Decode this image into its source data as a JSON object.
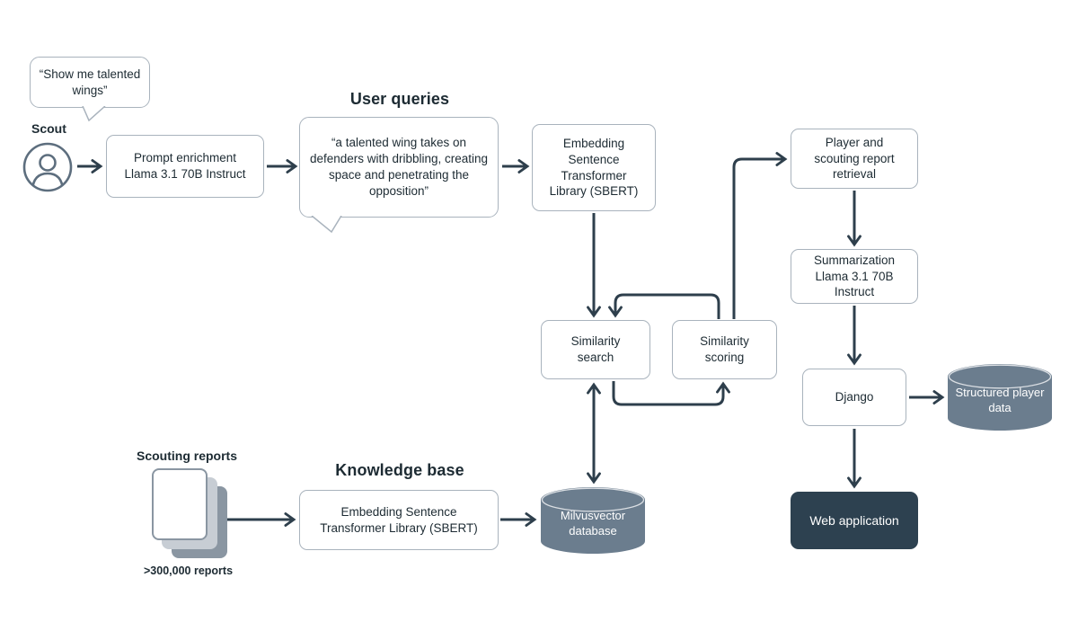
{
  "colors": {
    "arrow_line": "#2e3f4c",
    "box_border": "#a9b3bd",
    "text": "#1d2b33",
    "cylinder_fill": "#6b7d8e",
    "dark_box_fill": "#2d4150",
    "doc_back": "#8a96a2",
    "doc_middle": "#c7cdd4",
    "white": "#ffffff"
  },
  "headings": {
    "user_queries": "User queries",
    "knowledge_base": "Knowledge base"
  },
  "scout": {
    "bubble_text": "“Show me talented wings”",
    "label": "Scout"
  },
  "query_flow": {
    "prompt_enrichment": "Prompt enrichment Llama 3.1 70B Instruct",
    "enriched_query": "“a talented wing takes on defenders with dribbling, creating space and penetrating the opposition”",
    "embedding_sbert": "Embedding Sentence Transformer Library (SBERT)",
    "similarity_search": "Similarity search",
    "similarity_scoring": "Similarity scoring"
  },
  "result_flow": {
    "player_retrieval": "Player and scouting report retrieval",
    "summarization": "Summarization Llama 3.1 70B Instruct",
    "django": "Django",
    "structured_player_data": "Structured player data",
    "web_application": "Web application"
  },
  "knowledge_flow": {
    "scouting_reports_label": "Scouting reports",
    "reports_count": ">300,000 reports",
    "embedding_sbert": "Embedding Sentence Transformer Library (SBERT)",
    "milvus_database": "Milvusvector database"
  }
}
